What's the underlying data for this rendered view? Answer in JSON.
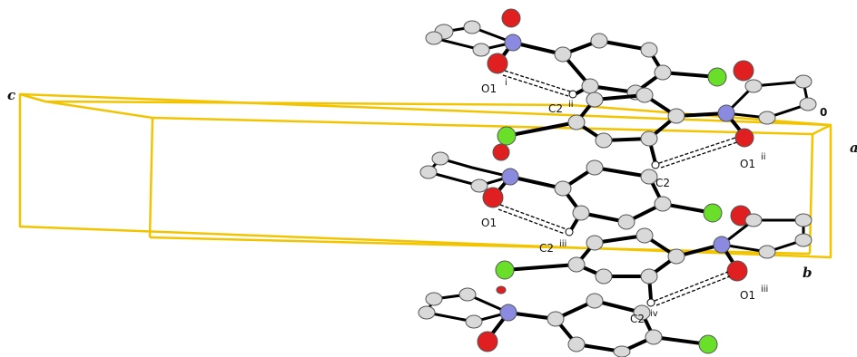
{
  "colors": {
    "cell": "#f2c400",
    "carbon": "#d9d9d9",
    "oxygen": "#e02020",
    "nitrogen": "#8a8ae0",
    "chlorine": "#6adf2a",
    "bond": "#000000"
  },
  "axes": {
    "c": "c",
    "b": "b",
    "a": "a",
    "origin": "0"
  },
  "labels": {
    "o1_i": "O1",
    "o1_i_sup": "i",
    "c2_ii": "C2",
    "c2_ii_sup": "ii",
    "o1_ii": "O1",
    "o1_ii_sup": "ii",
    "c2": "C2",
    "o1": "O1",
    "c2_iii": "C2",
    "c2_iii_sup": "iii",
    "o1_iii": "O1",
    "o1_iii_sup": "iii",
    "c2_iv": "C2",
    "c2_iv_sup": "iv"
  }
}
